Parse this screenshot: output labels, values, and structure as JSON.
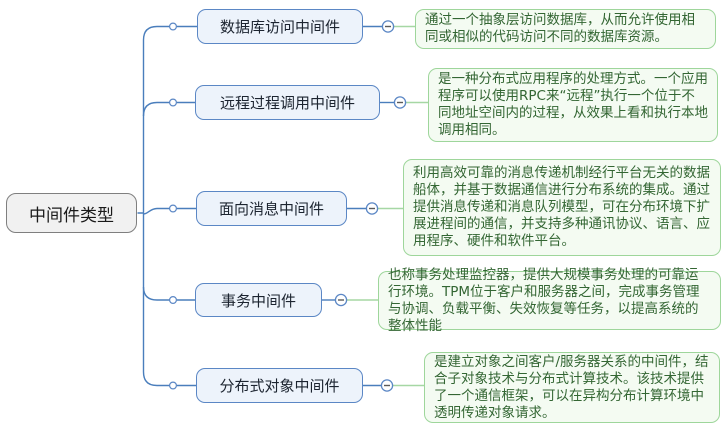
{
  "root": {
    "label": "中间件类型"
  },
  "branches": [
    {
      "label": "数据库访问中间件",
      "description": "通过一个抽象层访问数据库，从而允许使用相同或相似的代码访问不同的数据库资源。"
    },
    {
      "label": "远程过程调用中间件",
      "description": "是一种分布式应用程序的处理方式。一个应用程序可以使用RPC来“远程”执行一个位于不同地址空间内的过程，从效果上看和执行本地调用相同。"
    },
    {
      "label": "面向消息中间件",
      "description": "利用高效可靠的消息传递机制经行平台无关的数据船体，并基于数据通信进行分布系统的集成。通过提供消息传递和消息队列模型，可在分布环境下扩展进程间的通信，并支持多种通讯协议、语言、应用程序、硬件和软件平台。"
    },
    {
      "label": "事务中间件",
      "description": "也称事务处理监控器，提供大规模事务处理的可靠运行环境。TPM位于客户和服务器之间，完成事务管理与协调、负载平衡、失效恢复等任务，以提高系统的整体性能"
    },
    {
      "label": "分布式对象中间件",
      "description": "是建立对象之间客户/服务器关系的中间件，结合子对象技术与分布式计算技术。该技术提供了一个通信框架，可以在异构分布计算环境中透明传递对象请求。"
    }
  ],
  "icons": {
    "collapse_toggle": "minus-icon",
    "branch_link": "circle-dot-icon"
  },
  "colors": {
    "branch_border": "#5b87c5",
    "branch_fill": "#edf3fb",
    "branch_text": "#1c2430",
    "description_border": "#9ed69b",
    "description_fill": "#f4fbf2",
    "description_text": "#336633",
    "root_border": "#7f7f7f",
    "root_fill": "#f1f1f1",
    "connector_blue": "#4a7ebc",
    "connector_green": "#a6d7a4"
  }
}
